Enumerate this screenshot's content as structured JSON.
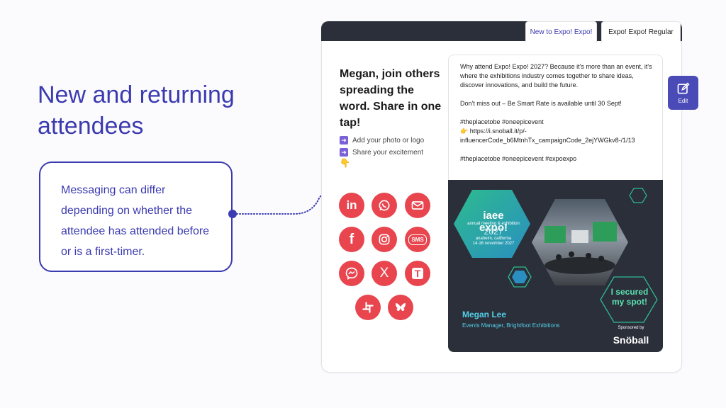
{
  "hero": {
    "title": "New and returning attendees",
    "callout": "Messaging can differ depending on whether the attendee has attended before or is a first-timer."
  },
  "tabs": [
    {
      "label": "New to Expo! Expo!",
      "active": true
    },
    {
      "label": "Expo! Expo! Regular",
      "active": false
    }
  ],
  "prompt": {
    "headline": "Megan, join others spreading the word. Share in one tap!",
    "steps": [
      "Add your photo or logo",
      "Share your excitement"
    ],
    "emoji": "👇"
  },
  "share_buttons": [
    {
      "name": "linkedin",
      "icon": "linkedin-icon",
      "text": "in"
    },
    {
      "name": "whatsapp",
      "icon": "whatsapp-icon",
      "text": ""
    },
    {
      "name": "email",
      "icon": "mail-icon",
      "text": ""
    },
    {
      "name": "facebook",
      "icon": "facebook-icon",
      "text": "f"
    },
    {
      "name": "instagram",
      "icon": "instagram-icon",
      "text": ""
    },
    {
      "name": "sms",
      "icon": "sms-icon",
      "text": "SMS"
    },
    {
      "name": "messenger",
      "icon": "messenger-icon",
      "text": ""
    },
    {
      "name": "x",
      "icon": "x-icon",
      "text": "X"
    },
    {
      "name": "teams",
      "icon": "teams-icon",
      "text": "T"
    },
    {
      "name": "slack",
      "icon": "slack-icon",
      "text": ""
    },
    {
      "name": "bluesky",
      "icon": "bluesky-icon",
      "text": ""
    }
  ],
  "post": {
    "paragraph1": "Why attend Expo! Expo! 2027? Because it's more than an event, it's where the exhibitions industry comes together to share ideas, discover innovations, and build the future.",
    "paragraph2": "Don't miss out – Be Smart Rate is available until 30 Sept!",
    "paragraph3": "#theplacetobe #oneepicevent\n👉 https://i.snoball.it/p/-influencerCode_b6MtnhTx_campaignCode_2ejYWGkv8-/1/13",
    "paragraph4": "#theplacetobe #oneepicevent #expoexpo"
  },
  "banner": {
    "logo_title": "iaee expo!",
    "logo_subtitle": "annual meeting & exhibition",
    "year": "2027",
    "location": "anaheim, california\n14-16 november 2027",
    "badge": "I secured my spot!",
    "name": "Megan Lee",
    "role": "Events Manager, Brightfoot Exhibitions",
    "sponsor_label": "Sponsored by",
    "sponsor_brand": "Snöball"
  },
  "edit": {
    "label": "Edit"
  },
  "colors": {
    "accent": "#3b3ab0",
    "share_red": "#e8454f",
    "banner_dark": "#2b2f3a",
    "teal": "#52d0e8",
    "green": "#5ae0b0"
  }
}
